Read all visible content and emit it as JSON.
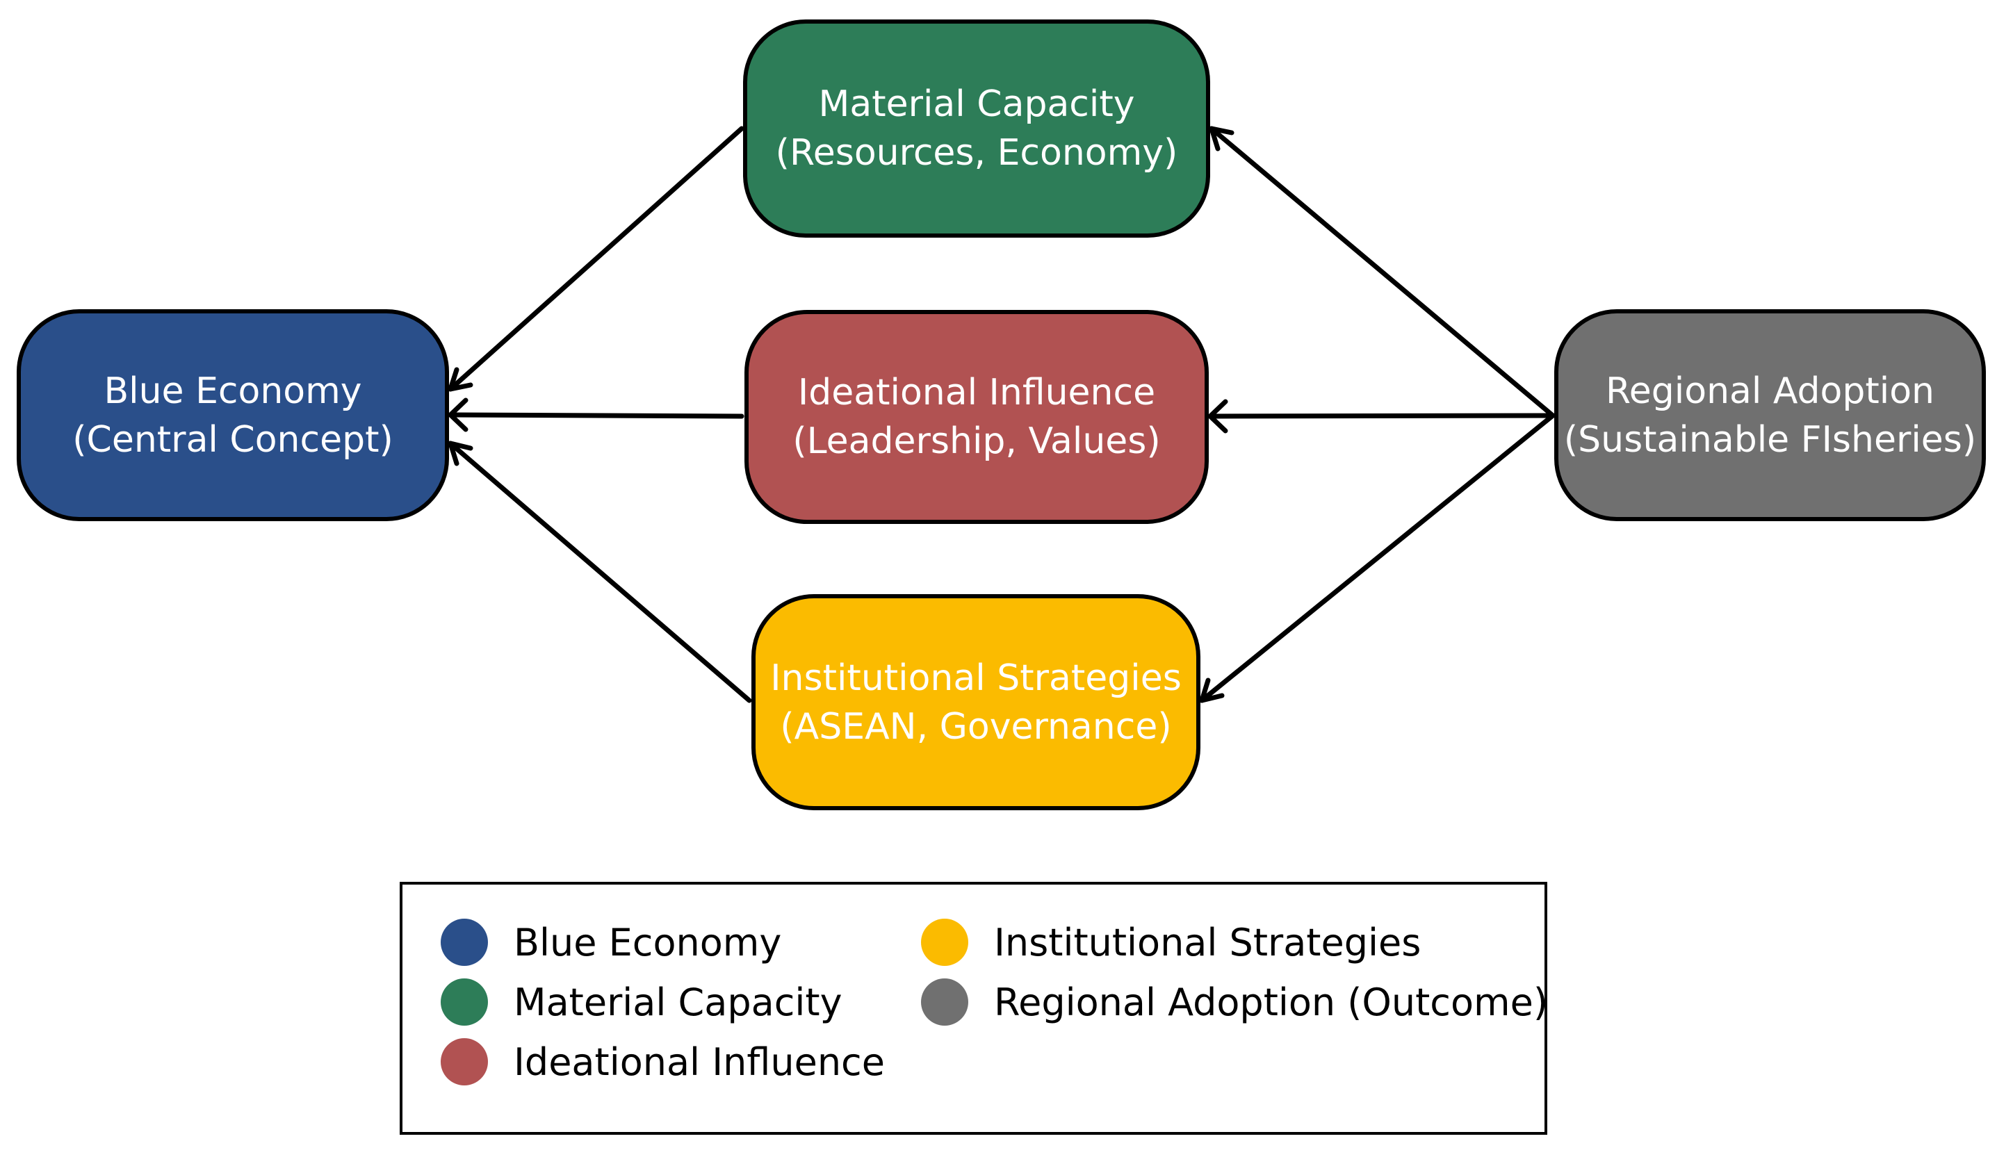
{
  "colors": {
    "blue": "#2a4f8a",
    "green": "#2d7d58",
    "red": "#b15252",
    "yellow": "#fbbb00",
    "gray": "#707070",
    "outline": "#000000"
  },
  "nodes": {
    "blue_economy": {
      "line1": "Blue Economy",
      "line2": "(Central Concept)"
    },
    "material_capacity": {
      "line1": "Material Capacity",
      "line2": "(Resources, Economy)"
    },
    "ideational_influence": {
      "line1": "Ideational Influence",
      "line2": "(Leadership, Values)"
    },
    "institutional_strategies": {
      "line1": "Institutional Strategies",
      "line2": "(ASEAN, Governance)"
    },
    "regional_adoption": {
      "line1": "Regional Adoption",
      "line2": "(Sustainable FIsheries)"
    }
  },
  "edges": [
    {
      "from": "material_capacity",
      "to": "blue_economy"
    },
    {
      "from": "ideational_influence",
      "to": "blue_economy"
    },
    {
      "from": "institutional_strategies",
      "to": "blue_economy"
    },
    {
      "from": "regional_adoption",
      "to": "material_capacity"
    },
    {
      "from": "regional_adoption",
      "to": "ideational_influence"
    },
    {
      "from": "regional_adoption",
      "to": "institutional_strategies"
    }
  ],
  "legend": {
    "items": [
      {
        "label": "Blue Economy",
        "color": "#2a4f8a"
      },
      {
        "label": "Material Capacity",
        "color": "#2d7d58"
      },
      {
        "label": "Ideational Influence",
        "color": "#b15252"
      },
      {
        "label": "Institutional Strategies",
        "color": "#fbbb00"
      },
      {
        "label": "Regional Adoption (Outcome)",
        "color": "#707070"
      }
    ]
  }
}
